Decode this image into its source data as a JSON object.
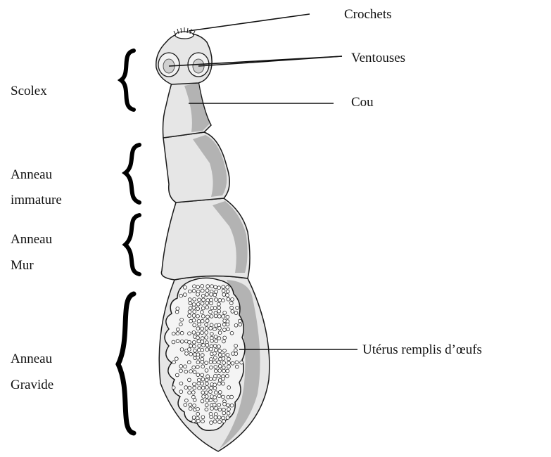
{
  "labels": {
    "left": {
      "scolex": "Scolex",
      "immature_line1": "Anneau",
      "immature_line2": "immature",
      "mature_line1": "Anneau",
      "mature_line2": "Mur",
      "gravid_line1": "Anneau",
      "gravid_line2": "Gravide"
    },
    "right": {
      "hooks": "Crochets",
      "suckers": "Ventouses",
      "neck": "Cou",
      "uterus": "Utérus remplis d’œufs"
    }
  },
  "colors": {
    "outline": "#1a1a1a",
    "body_fill": "#e6e6e6",
    "shade": "#b3b3b3",
    "uterus_fill": "#f4f4f4",
    "text": "#111111"
  }
}
